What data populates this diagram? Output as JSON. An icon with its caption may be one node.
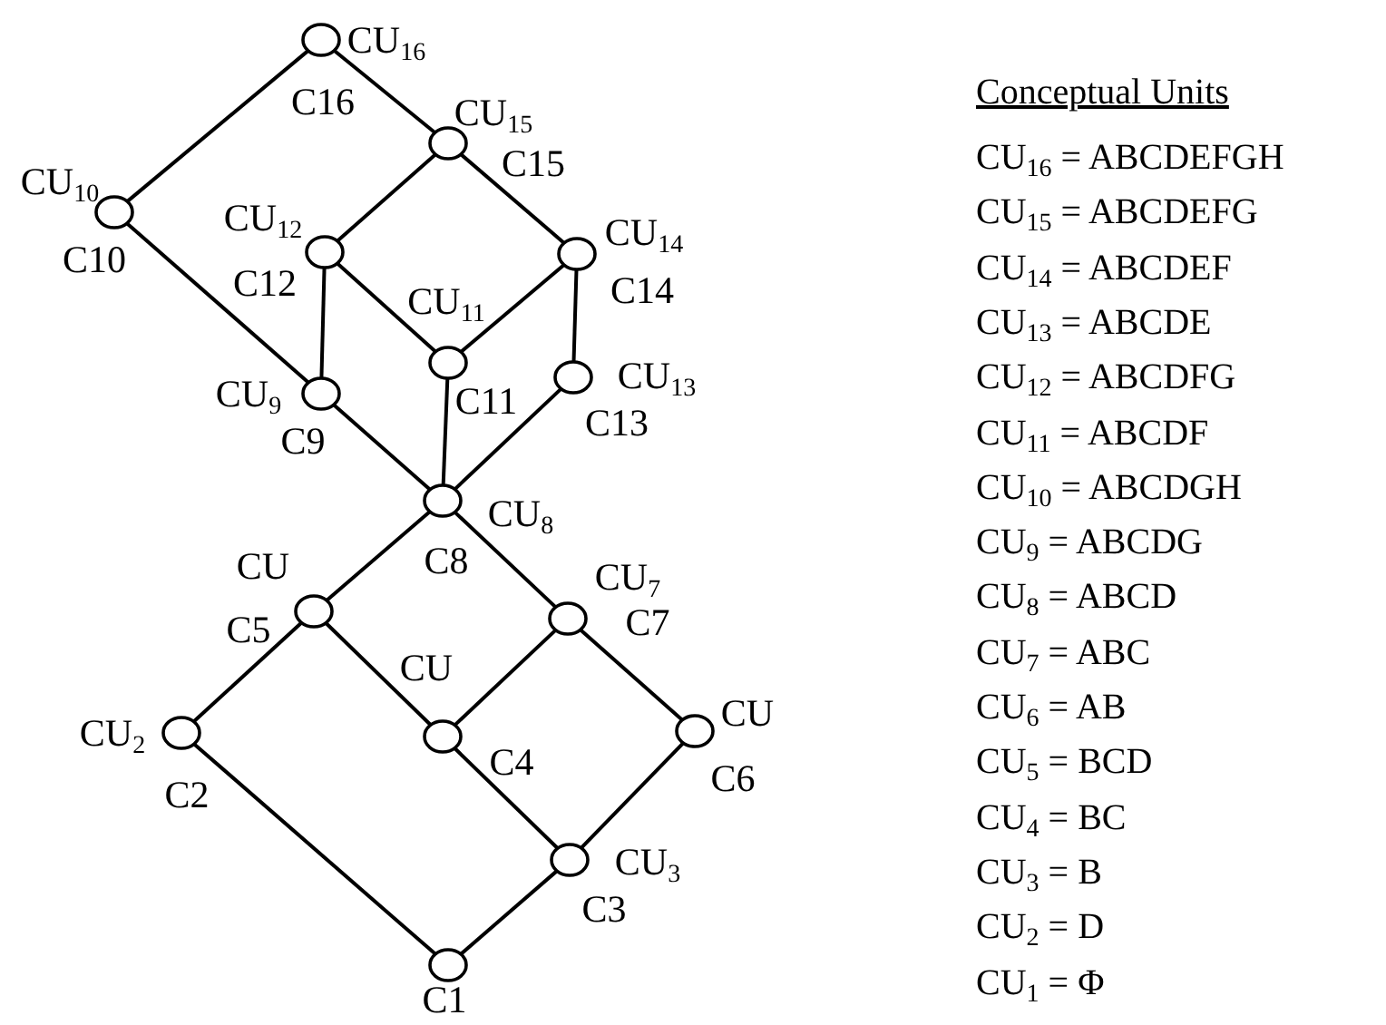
{
  "diagram": {
    "nodes": [
      {
        "text": [],
        "shape": "circle",
        "beside": [
          "CU$_{16}$",
          "C16"
        ]
      },
      {
        "text": [],
        "shape": "circle",
        "beside": [
          "CU$_{15}$",
          "C15"
        ]
      },
      {
        "text": [],
        "shape": "circle",
        "beside": [
          "CU$_{10}$",
          "C10"
        ]
      },
      {
        "text": [],
        "shape": "circle",
        "beside": [
          "CU$_{12}$",
          "C12"
        ]
      },
      {
        "text": [],
        "shape": "circle",
        "beside": [
          "CU$_{14}$",
          "C14"
        ]
      },
      {
        "text": [],
        "shape": "circle",
        "beside": [
          "CU$_{11}$",
          "C11"
        ]
      },
      {
        "text": [],
        "shape": "circle",
        "beside": [
          "CU$_{9}$",
          "C9"
        ]
      },
      {
        "text": [],
        "shape": "circle",
        "beside": [
          "CU$_{13}$",
          "C13"
        ]
      },
      {
        "text": [],
        "shape": "circle",
        "beside": [
          "CU$_{8}$",
          "C8"
        ]
      },
      {
        "text": [],
        "shape": "circle",
        "beside": [
          "CU",
          "C5"
        ]
      },
      {
        "text": [],
        "shape": "circle",
        "beside": [
          "CU$_{7}$",
          "C7"
        ]
      },
      {
        "text": [],
        "shape": "circle",
        "beside": [
          "CU",
          "C4"
        ]
      },
      {
        "text": [],
        "shape": "circle",
        "beside": [
          "CU$_{2}$",
          "C2"
        ]
      },
      {
        "text": [],
        "shape": "circle",
        "beside": [
          "CU",
          "C6"
        ]
      },
      {
        "text": [],
        "shape": "circle",
        "beside": [
          "CU$_{3}$",
          "C3"
        ]
      },
      {
        "text": [],
        "shape": "circle",
        "beside": [
          "C1"
        ]
      }
    ],
    "edges": [
      {
        "from": 0,
        "to": 2,
        "arrow": "none"
      },
      {
        "from": 0,
        "to": 1,
        "arrow": "none"
      },
      {
        "from": 1,
        "to": 3,
        "arrow": "none"
      },
      {
        "from": 1,
        "to": 4,
        "arrow": "none"
      },
      {
        "from": 2,
        "to": 6,
        "arrow": "none"
      },
      {
        "from": 3,
        "to": 6,
        "arrow": "none"
      },
      {
        "from": 3,
        "to": 5,
        "arrow": "none"
      },
      {
        "from": 4,
        "to": 5,
        "arrow": "none"
      },
      {
        "from": 4,
        "to": 7,
        "arrow": "none"
      },
      {
        "from": 6,
        "to": 8,
        "arrow": "none"
      },
      {
        "from": 5,
        "to": 8,
        "arrow": "none"
      },
      {
        "from": 7,
        "to": 8,
        "arrow": "none"
      },
      {
        "from": 8,
        "to": 9,
        "arrow": "none"
      },
      {
        "from": 8,
        "to": 10,
        "arrow": "none"
      },
      {
        "from": 9,
        "to": 12,
        "arrow": "none"
      },
      {
        "from": 9,
        "to": 11,
        "arrow": "none"
      },
      {
        "from": 10,
        "to": 11,
        "arrow": "none"
      },
      {
        "from": 10,
        "to": 13,
        "arrow": "none"
      },
      {
        "from": 12,
        "to": 15,
        "arrow": "none"
      },
      {
        "from": 11,
        "to": 14,
        "arrow": "none"
      },
      {
        "from": 13,
        "to": 14,
        "arrow": "none"
      },
      {
        "from": 14,
        "to": 15,
        "arrow": "none"
      }
    ],
    "labels": [
      "Conceptual Units",
      "CU$_{16}$ = ABCDEFGH",
      "CU$_{15}$ = ABCDEFG",
      "CU$_{14}$ = ABCDEF",
      "CU$_{13}$ = ABCDE",
      "CU$_{12}$ = ABCDFG",
      "CU$_{11}$ = ABCDF",
      "CU$_{10}$ = ABCDGH",
      "CU$_{9}$ = ABCDG",
      "CU$_{8}$ = ABCD",
      "CU$_{7}$ = ABC",
      "CU$_{6}$ = AB",
      "CU$_{5}$ = BCD",
      "CU$_{4}$ = BC",
      "CU$_{3}$ = B",
      "CU$_{2}$ = D",
      "CU$_{1}$ = Φ"
    ]
  }
}
